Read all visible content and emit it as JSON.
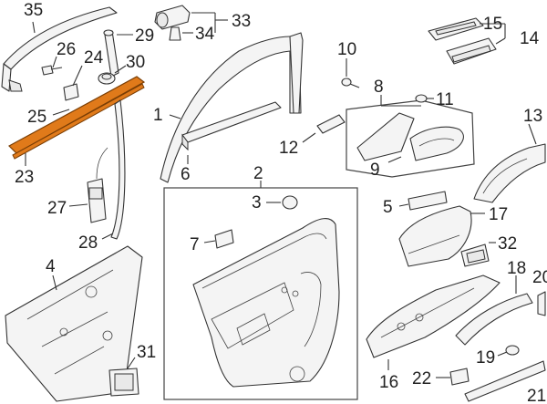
{
  "highlight_color": "#e07a1a",
  "callouts": [
    {
      "id": "c35",
      "text": "35"
    },
    {
      "id": "c29",
      "text": "29"
    },
    {
      "id": "c33",
      "text": "33"
    },
    {
      "id": "c34",
      "text": "34"
    },
    {
      "id": "c26",
      "text": "26"
    },
    {
      "id": "c24",
      "text": "24"
    },
    {
      "id": "c30",
      "text": "30"
    },
    {
      "id": "c25",
      "text": "25"
    },
    {
      "id": "c23",
      "text": "23"
    },
    {
      "id": "c27",
      "text": "27"
    },
    {
      "id": "c28",
      "text": "28"
    },
    {
      "id": "c1",
      "text": "1"
    },
    {
      "id": "c6",
      "text": "6"
    },
    {
      "id": "c4",
      "text": "4"
    },
    {
      "id": "c31",
      "text": "31"
    },
    {
      "id": "c2",
      "text": "2"
    },
    {
      "id": "c3",
      "text": "3"
    },
    {
      "id": "c7",
      "text": "7"
    },
    {
      "id": "c10",
      "text": "10"
    },
    {
      "id": "c8",
      "text": "8"
    },
    {
      "id": "c11",
      "text": "11"
    },
    {
      "id": "c12",
      "text": "12"
    },
    {
      "id": "c9",
      "text": "9"
    },
    {
      "id": "c15",
      "text": "15"
    },
    {
      "id": "c14",
      "text": "14"
    },
    {
      "id": "c13",
      "text": "13"
    },
    {
      "id": "c5",
      "text": "5"
    },
    {
      "id": "c17",
      "text": "17"
    },
    {
      "id": "c32",
      "text": "32"
    },
    {
      "id": "c18",
      "text": "18"
    },
    {
      "id": "c20",
      "text": "20"
    },
    {
      "id": "c16",
      "text": "16"
    },
    {
      "id": "c19",
      "text": "19"
    },
    {
      "id": "c22",
      "text": "22"
    },
    {
      "id": "c21",
      "text": "21"
    }
  ]
}
